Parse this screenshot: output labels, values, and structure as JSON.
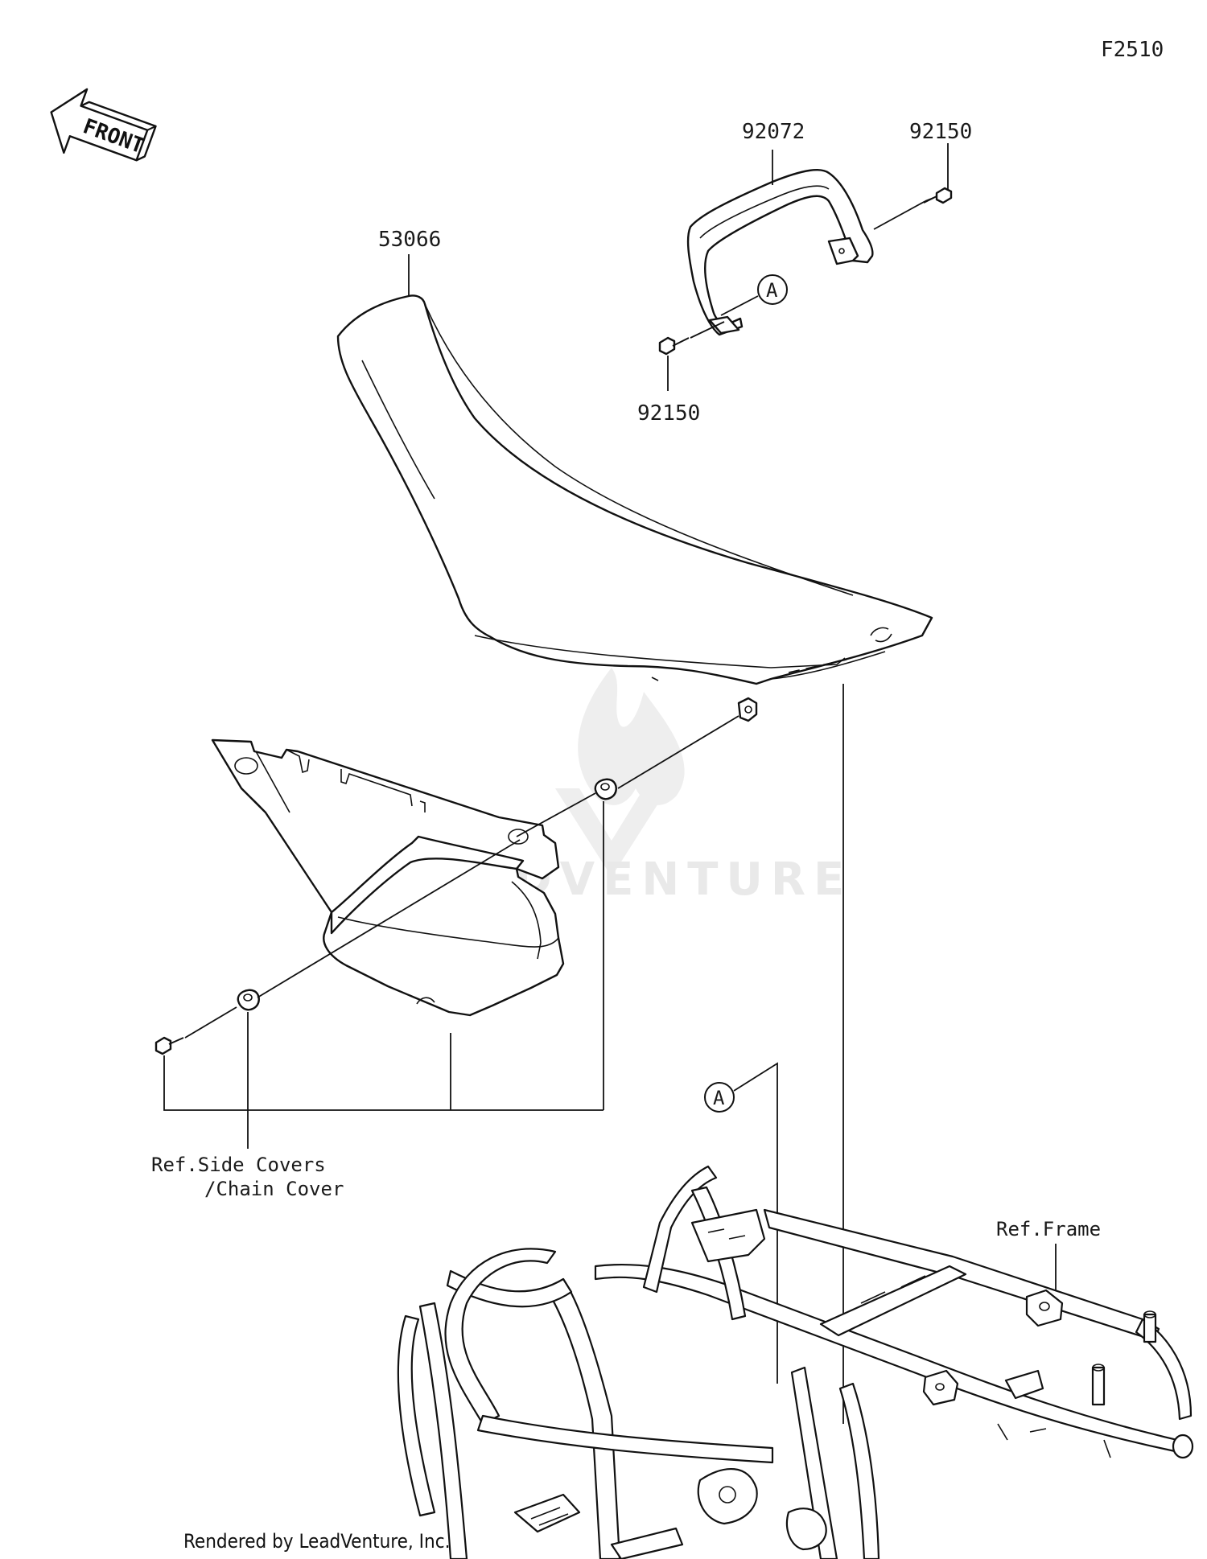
{
  "diagram": {
    "code": "F2510",
    "front_label": "FRONT",
    "parts": {
      "seat": "53066",
      "grab_bar": "92072",
      "bolt_right": "92150",
      "bolt_left": "92150"
    },
    "callout": "A",
    "refs": {
      "side_covers_line1": "Ref.Side Covers",
      "side_covers_line2": "/Chain Cover",
      "frame": "Ref.Frame"
    },
    "watermark": "LEADVENTURE",
    "footer": "Rendered by LeadVenture, Inc."
  }
}
